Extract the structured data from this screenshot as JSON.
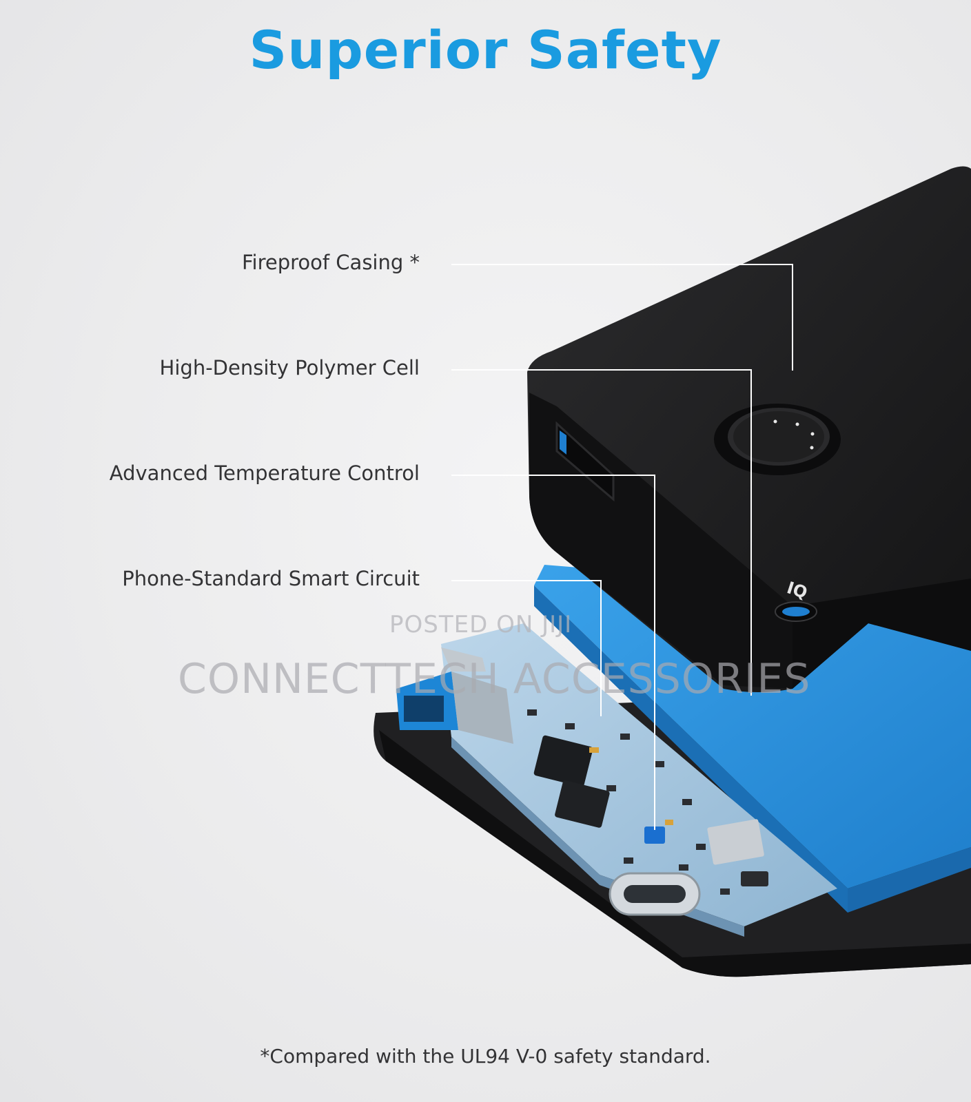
{
  "title": "Superior Safety",
  "callouts": [
    {
      "label": "Fireproof Casing *"
    },
    {
      "label": "High-Density Polymer Cell"
    },
    {
      "label": "Advanced Temperature Control"
    },
    {
      "label": "Phone-Standard Smart Circuit"
    }
  ],
  "footnote": "*Compared with the UL94 V-0 safety standard.",
  "device": {
    "port_logo": "IQ"
  },
  "watermark": {
    "line1": "POSTED ON JIJI",
    "line2": "CONNECTTECH ACCESSORIES"
  },
  "colors": {
    "accent": "#1a9be0",
    "battery_blue": "#2a8fd8",
    "casing": "#1e1e1f"
  },
  "icons": [
    "power-button-icon",
    "usb-a-port-icon",
    "usb-c-port-icon",
    "poweriq-logo-icon"
  ]
}
